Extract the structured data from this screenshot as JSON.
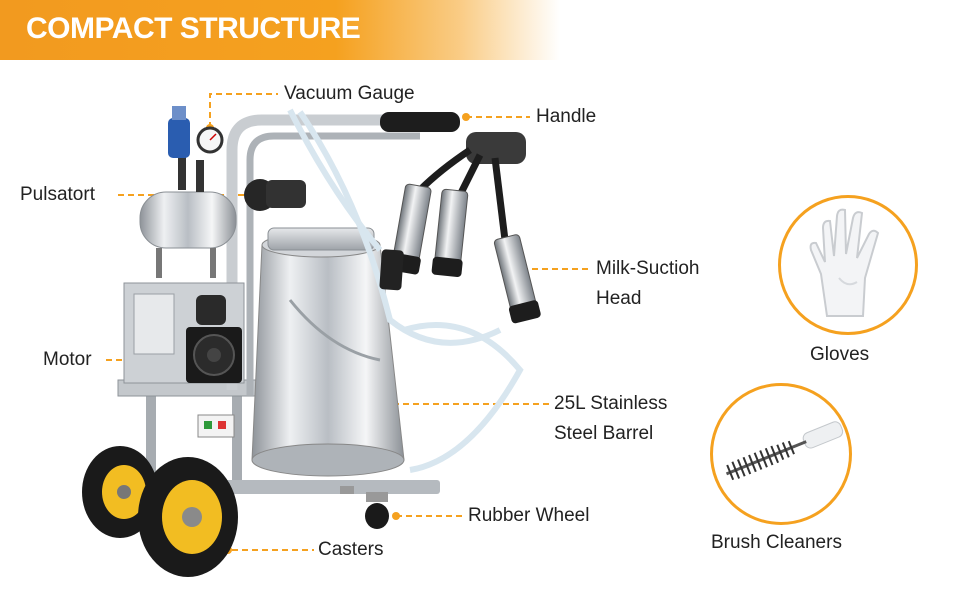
{
  "header": {
    "title": "COMPACT STRUCTURE"
  },
  "labels": {
    "vacuum_gauge": "Vacuum Gauge",
    "handle": "Handle",
    "pulsator": "Pulsatort",
    "milk_suction_head_line1": "Milk-Suctioh",
    "milk_suction_head_line2": "Head",
    "motor": "Motor",
    "barrel_line1": "25L Stainless",
    "barrel_line2": "Steel Barrel",
    "rubber_wheel": "Rubber Wheel",
    "casters": "Casters"
  },
  "accessories": {
    "gloves": "Gloves",
    "brush": "Brush Cleaners"
  },
  "colors": {
    "accent": "#f5a11f",
    "text": "#222222",
    "banner_text": "#ffffff"
  }
}
